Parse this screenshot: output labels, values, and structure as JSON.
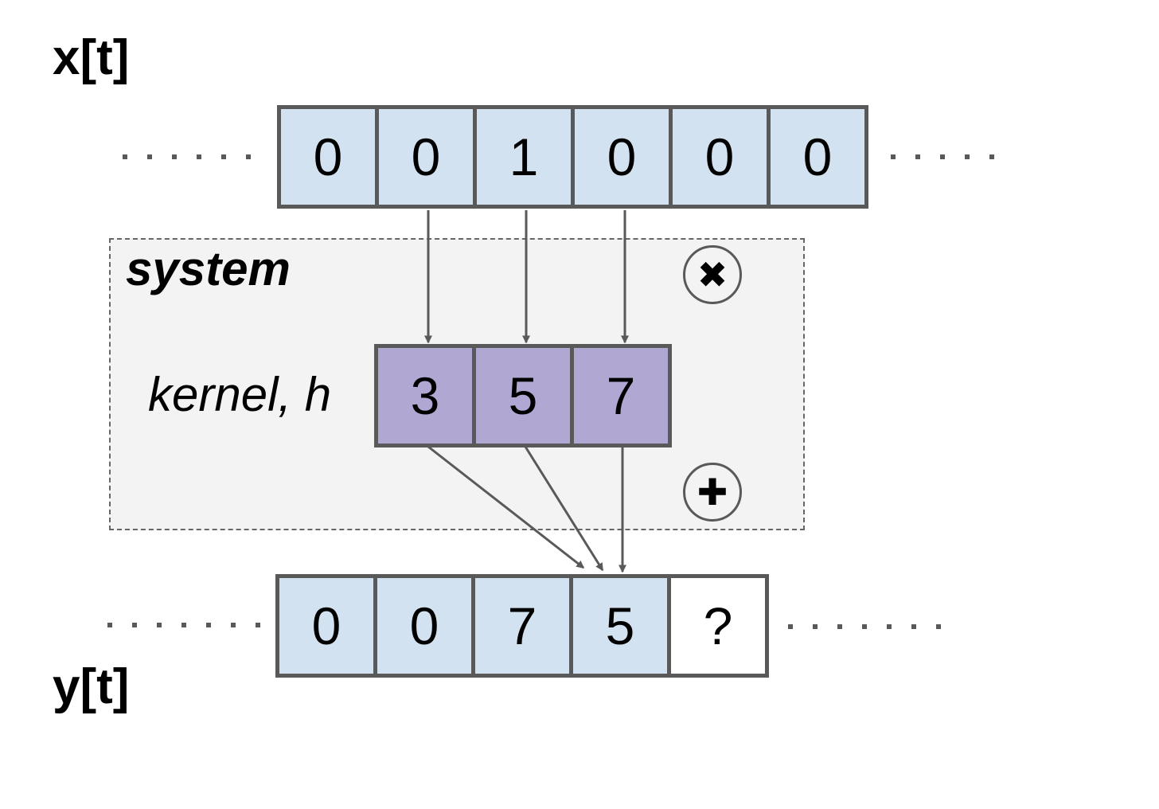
{
  "input": {
    "label": "x[t]",
    "values": [
      "0",
      "0",
      "1",
      "0",
      "0",
      "0"
    ]
  },
  "system": {
    "label": "system",
    "kernel_label": "kernel, h",
    "kernel_values": [
      "3",
      "5",
      "7"
    ],
    "multiply_symbol": "✖",
    "add_symbol": "✚"
  },
  "output": {
    "label": "y[t]",
    "values": [
      "0",
      "0",
      "7",
      "5",
      "?"
    ]
  },
  "icons": {
    "multiply": "multiply-icon",
    "add": "plus-icon"
  },
  "colors": {
    "signal_cell": "#d3e2f0",
    "kernel_cell": "#b1a7d3",
    "unknown_cell": "#ffffff",
    "system_background": "#f3f3f3",
    "stroke": "#595959"
  }
}
